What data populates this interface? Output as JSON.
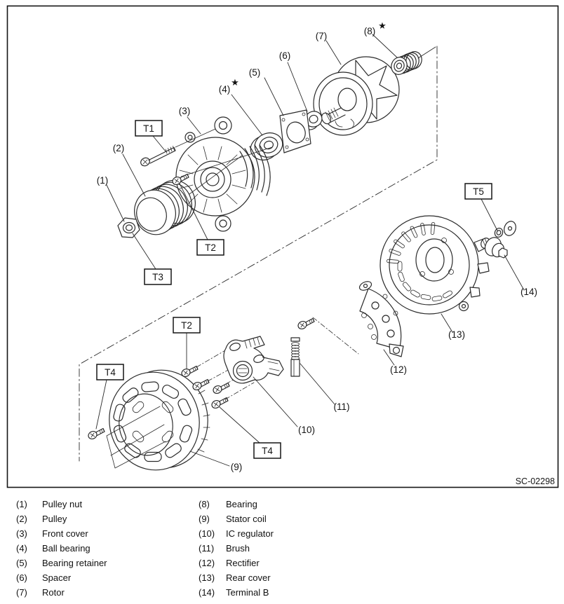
{
  "colors": {
    "ink": "#2b2b2b",
    "background": "#ffffff"
  },
  "figure": {
    "code": "SC-02298",
    "callouts": {
      "c1": "(1)",
      "c2": "(2)",
      "c3": "(3)",
      "c4": "(4)",
      "c5": "(5)",
      "c6": "(6)",
      "c7": "(7)",
      "c8": "(8)",
      "c9": "(9)",
      "c10": "(10)",
      "c11": "(11)",
      "c12": "(12)",
      "c13": "(13)",
      "c14": "(14)",
      "t1": "T1",
      "t2": "T2",
      "t3": "T3",
      "t4": "T4",
      "t5": "T5",
      "star": "★"
    }
  },
  "legend": {
    "items": [
      {
        "num": "(1)",
        "label": "Pulley nut"
      },
      {
        "num": "(2)",
        "label": "Pulley"
      },
      {
        "num": "(3)",
        "label": "Front cover"
      },
      {
        "num": "(4)",
        "label": "Ball bearing"
      },
      {
        "num": "(5)",
        "label": "Bearing retainer"
      },
      {
        "num": "(6)",
        "label": "Spacer"
      },
      {
        "num": "(7)",
        "label": "Rotor"
      },
      {
        "num": "(8)",
        "label": "Bearing"
      },
      {
        "num": "(9)",
        "label": "Stator coil"
      },
      {
        "num": "(10)",
        "label": "IC regulator"
      },
      {
        "num": "(11)",
        "label": "Brush"
      },
      {
        "num": "(12)",
        "label": "Rectifier"
      },
      {
        "num": "(13)",
        "label": "Rear cover"
      },
      {
        "num": "(14)",
        "label": "Terminal B"
      }
    ]
  }
}
